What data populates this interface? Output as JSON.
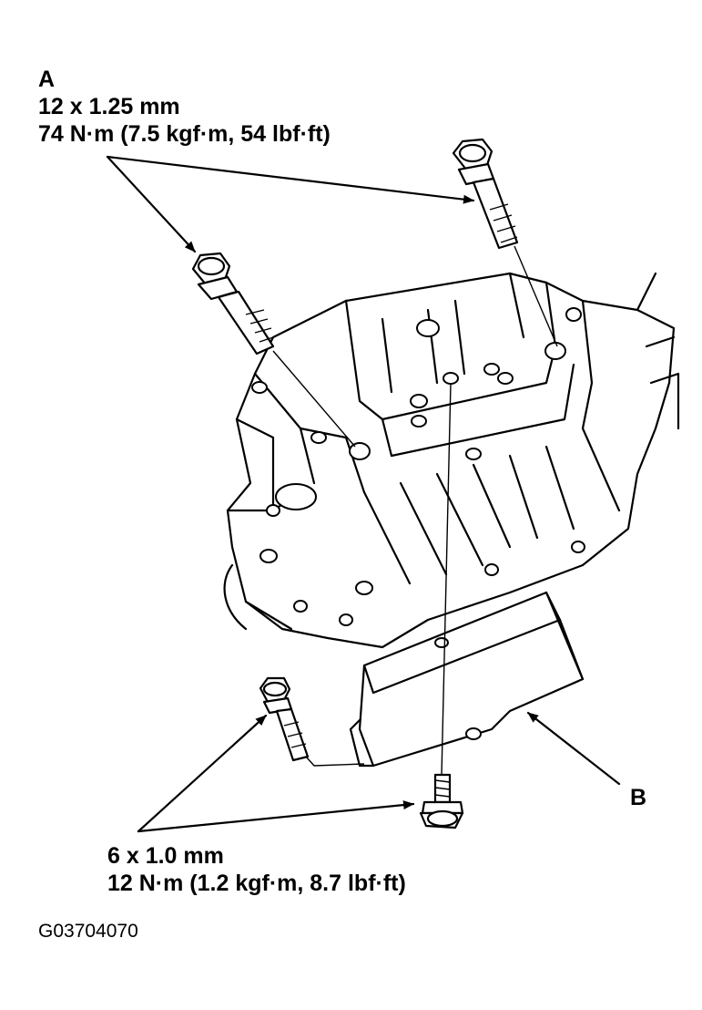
{
  "callout_a": {
    "letter": "A",
    "size": "12 x 1.25 mm",
    "torque": "74 N·m (7.5 kgf·m, 54 lbf·ft)"
  },
  "callout_b": {
    "letter": "B"
  },
  "callout_small_bolt": {
    "size": "6 x 1.0 mm",
    "torque": "12 N·m (1.2 kgf·m, 8.7 lbf·ft)"
  },
  "figure_code": "G03704070"
}
